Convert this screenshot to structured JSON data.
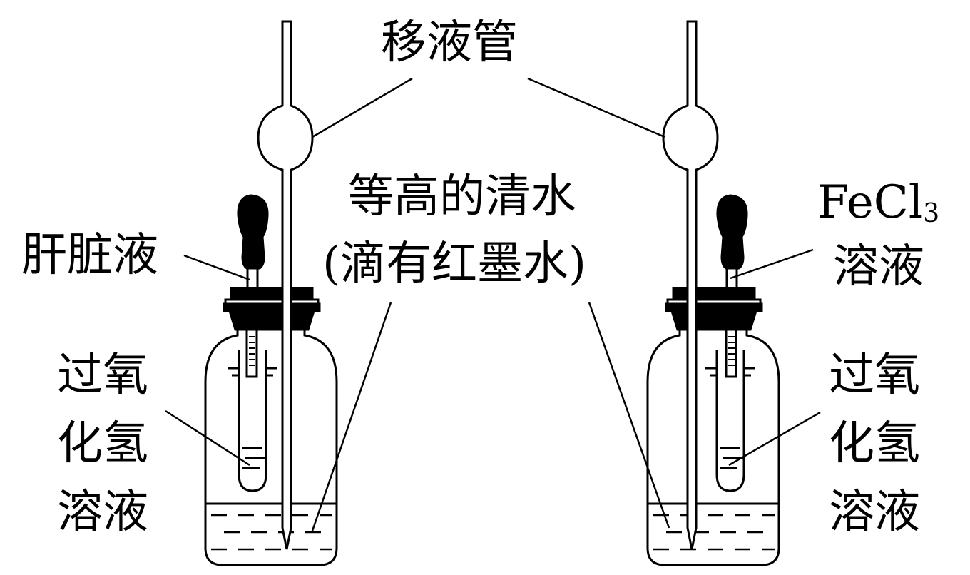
{
  "labels": {
    "pipette": "移液管",
    "water_line1": "等高的清水",
    "water_line2": "(滴有红墨水)",
    "liver": "肝脏液",
    "fecl3_main": "FeCl",
    "fecl3_sub": "3",
    "fecl3_line2": "溶液",
    "h2o2_left": [
      "过氧",
      "化氢",
      "溶液"
    ],
    "h2o2_right": [
      "过氧",
      "化氢",
      "溶液"
    ]
  },
  "colors": {
    "ink": "#000000",
    "background": "#ffffff"
  }
}
